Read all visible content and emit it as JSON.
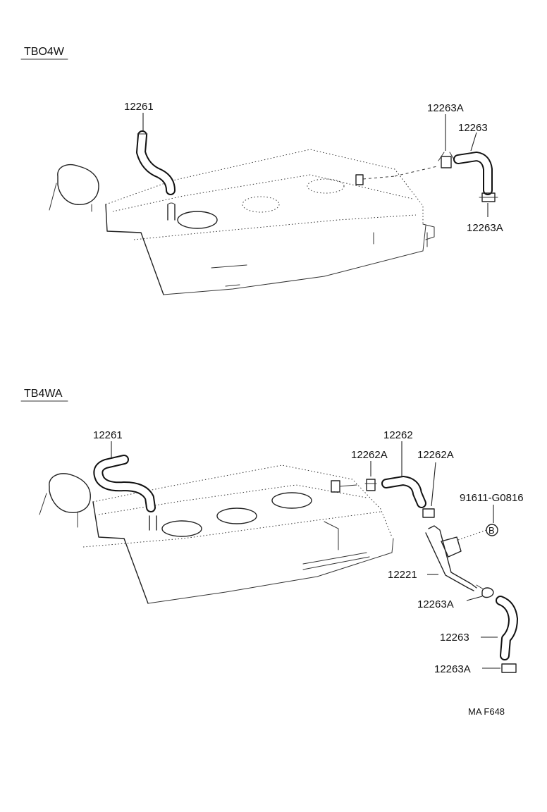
{
  "sections": [
    {
      "id": "top",
      "title": "TBO4W"
    },
    {
      "id": "bottom",
      "title": "TB4WA"
    }
  ],
  "top_labels": {
    "hose_main": "12261",
    "clamp_upper": "12263A",
    "hose_side": "12263",
    "clamp_lower": "12263A"
  },
  "bottom_labels": {
    "hose_main": "12261",
    "hose_mid": "12262",
    "clamp_left": "12262A",
    "clamp_right": "12262A",
    "bolt": "91611-G0816",
    "bolt_marker": "B",
    "pipe": "12221",
    "clamp_upper": "12263A",
    "hose_lower": "12263",
    "clamp_lower": "12263A"
  },
  "ref_code": "MA F648"
}
